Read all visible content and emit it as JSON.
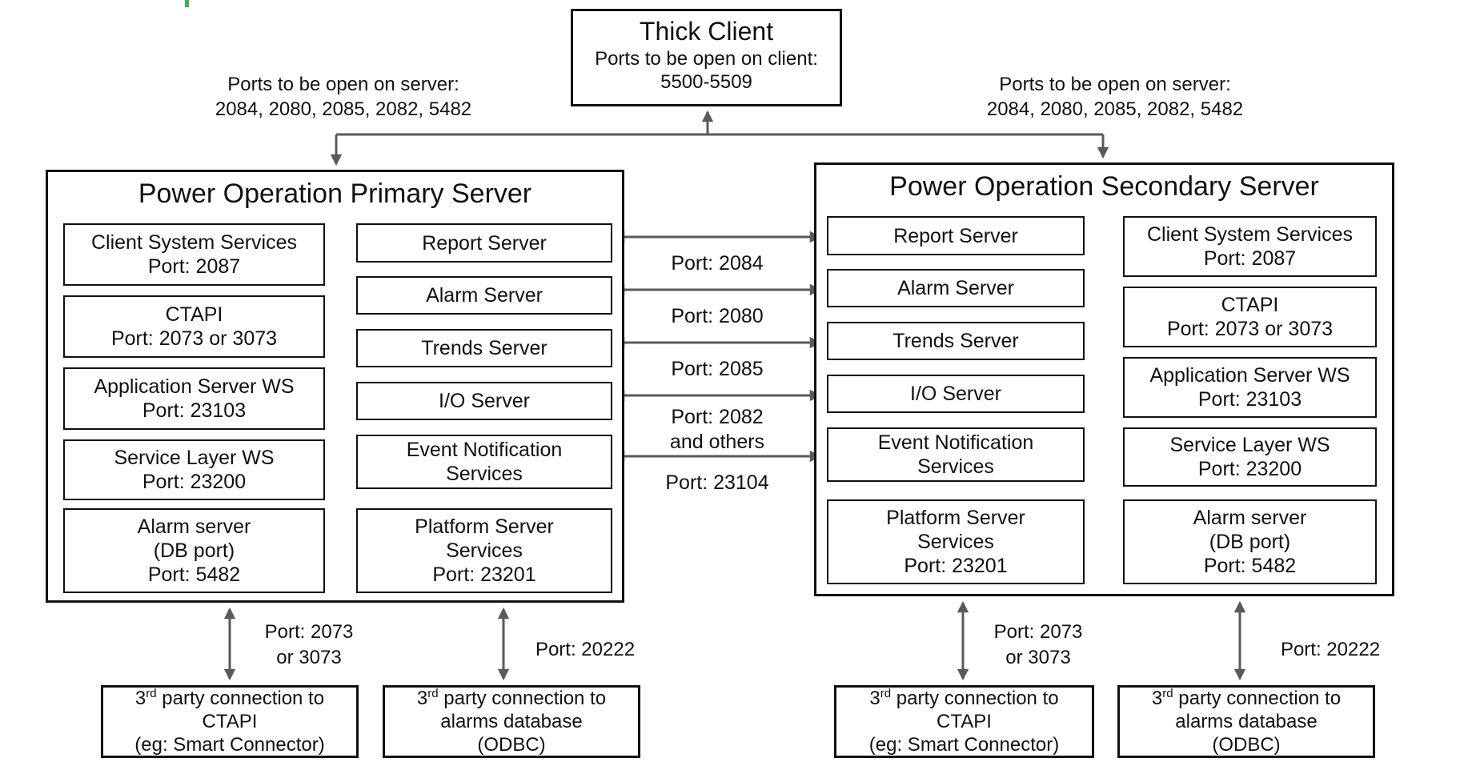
{
  "colors": {
    "line": "#595a5c",
    "border": "#111111",
    "text": "#111111",
    "artifact_tick": "#3cb54a"
  },
  "thick_client": {
    "title": "Thick Client",
    "subtitle": "Ports to be open on client:",
    "ports": "5500-5509"
  },
  "left_note": {
    "line1": "Ports to be open on server:",
    "line2": "2084, 2080, 2085, 2082, 5482"
  },
  "right_note": {
    "line1": "Ports to be open on server:",
    "line2": "2084, 2080, 2085, 2082, 5482"
  },
  "primary": {
    "title": "Power Operation Primary Server",
    "services_col": [
      {
        "l1": "Client System Services",
        "l2": "Port: 2087"
      },
      {
        "l1": "CTAPI",
        "l2": "Port: 2073 or 3073"
      },
      {
        "l1": "Application Server WS",
        "l2": "Port: 23103"
      },
      {
        "l1": "Service Layer WS",
        "l2": "Port: 23200"
      },
      {
        "l1": "Alarm server",
        "l2": "(DB port)",
        "l3": "Port: 5482"
      }
    ],
    "servers_col": [
      {
        "l1": "Report Server"
      },
      {
        "l1": "Alarm Server"
      },
      {
        "l1": "Trends Server"
      },
      {
        "l1": "I/O Server"
      },
      {
        "l1": "Event Notification",
        "l2": "Services"
      },
      {
        "l1": "Platform Server",
        "l2": "Services",
        "l3": "Port: 23201"
      }
    ]
  },
  "secondary": {
    "title": "Power Operation Secondary Server",
    "servers_col": [
      {
        "l1": "Report Server"
      },
      {
        "l1": "Alarm Server"
      },
      {
        "l1": "Trends Server"
      },
      {
        "l1": "I/O Server"
      },
      {
        "l1": "Event Notification",
        "l2": "Services"
      },
      {
        "l1": "Platform Server",
        "l2": "Services",
        "l3": "Port: 23201"
      }
    ],
    "services_col": [
      {
        "l1": "Client System Services",
        "l2": "Port: 2087"
      },
      {
        "l1": "CTAPI",
        "l2": "Port: 2073 or 3073"
      },
      {
        "l1": "Application Server WS",
        "l2": "Port: 23103"
      },
      {
        "l1": "Service Layer WS",
        "l2": "Port: 23200"
      },
      {
        "l1": "Alarm server",
        "l2": "(DB port)",
        "l3": "Port: 5482"
      }
    ]
  },
  "middle_ports": {
    "p1": "Port: 2084",
    "p2": "Port: 2080",
    "p3": "Port: 2085",
    "p4a": "Port: 2082",
    "p4b": "and others",
    "p5": "Port: 23104"
  },
  "bottom": {
    "ctapi_port_l1": "Port: 2073",
    "ctapi_port_l2": "or 3073",
    "odbc_port": "Port: 20222",
    "ctapi_box": {
      "base": "3",
      "sup": "rd",
      "after": " party connection to",
      "l2": "CTAPI",
      "l3": "(eg: Smart Connector)"
    },
    "odbc_box": {
      "base": "3",
      "sup": "rd",
      "after": " party connection to",
      "l2": "alarms database",
      "l3": "(ODBC)"
    }
  }
}
